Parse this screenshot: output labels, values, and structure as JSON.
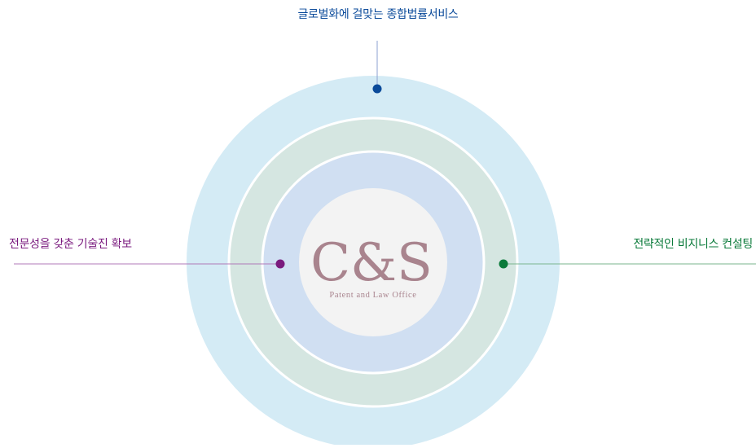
{
  "diagram": {
    "top_label": "글로벌화에 걸맞는 종합법률서비스",
    "left_label": "전문성을 갖춘 기술진 확보",
    "right_label": "전략적인 비지니스 컨설팅",
    "logo": {
      "main": "C&S",
      "sub": "Patent and Law Office"
    }
  },
  "colors": {
    "outer_ring": "#d4ebf5",
    "middle_ring": "#d5e6e1",
    "inner_ring": "#d0dff2",
    "center_fill": "#f3f3f3",
    "ring_separator": "#ffffff",
    "logo": "#a9848e",
    "top_accent": "#0a4a9a",
    "top_line": "#8ea0d0",
    "left_accent": "#7a1a7e",
    "left_line": "#b07ab8",
    "right_accent": "#0a7a3a",
    "right_line": "#7ab58e"
  }
}
